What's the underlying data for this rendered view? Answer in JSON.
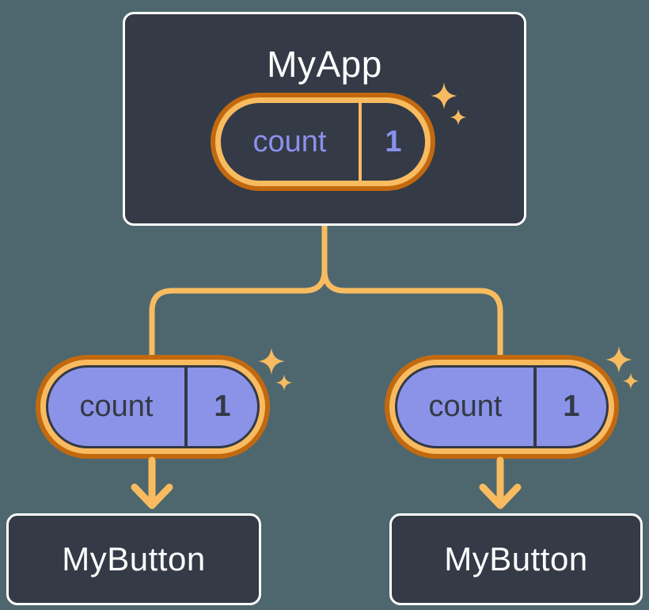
{
  "theme": {
    "bg": "#4E676E",
    "node-bg": "#343A46",
    "node-border": "#FFFFFF",
    "ring-light": "#F8BB60",
    "ring-dark": "#C2690F",
    "pill-purple": "#8B93E8",
    "ink-dark": "#333945",
    "ink-purple": "#8A91EC",
    "ink-light": "#FFFFFF"
  },
  "diagram": {
    "root": {
      "title": "MyApp",
      "state": {
        "name": "count",
        "value": "1"
      }
    },
    "children": [
      {
        "title": "MyButton",
        "prop": {
          "name": "count",
          "value": "1"
        }
      },
      {
        "title": "MyButton",
        "prop": {
          "name": "count",
          "value": "1"
        }
      }
    ]
  }
}
